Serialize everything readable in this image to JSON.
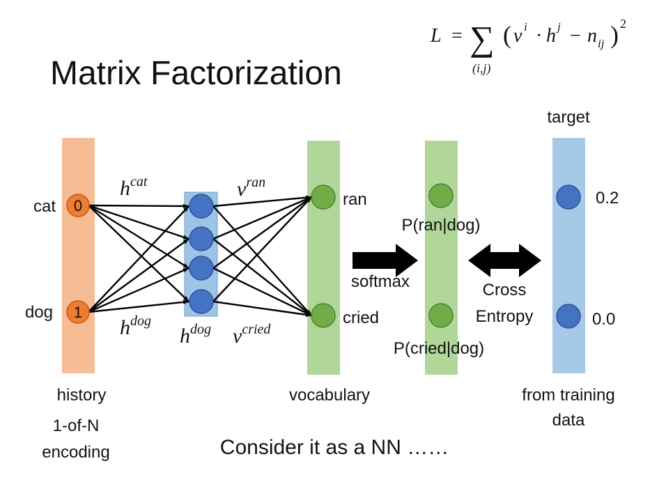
{
  "title": "Matrix Factorization",
  "formula": {
    "lhs": "L",
    "eq": "=",
    "sum": "∑",
    "subscript": "(i,j)",
    "lparen": "(",
    "v": "v",
    "v_sup": "i",
    "dot": "·",
    "h": "h",
    "h_sup": "j",
    "minus": "−",
    "n": "n",
    "n_sub": "ij",
    "rparen": ")",
    "power": "2"
  },
  "history": {
    "words": [
      "cat",
      "dog"
    ],
    "values": [
      "0",
      "1"
    ],
    "label": "history",
    "encoding_line1": "1-of-N",
    "encoding_line2": "encoding"
  },
  "hidden": {
    "edge_cat": {
      "base": "h",
      "sup": "cat"
    },
    "edge_dog": {
      "base": "h",
      "sup": "dog"
    },
    "layer": {
      "base": "h",
      "sup": "dog"
    }
  },
  "vocabulary": {
    "words": [
      "ran",
      "cried"
    ],
    "edge_ran": {
      "base": "v",
      "sup": "ran"
    },
    "edge_cried": {
      "base": "v",
      "sup": "cried"
    },
    "label": "vocabulary"
  },
  "softmax_label": "softmax",
  "probabilities": [
    "P(ran|dog)",
    "P(cried|dog)"
  ],
  "cross_entropy": [
    "Cross",
    "Entropy"
  ],
  "target": {
    "title": "target",
    "values": [
      "0.2",
      "0.0"
    ],
    "label_line1": "from training",
    "label_line2": "data"
  },
  "caption": "Consider it as a NN ……",
  "colors": {
    "history_col": "#f4b183",
    "history_node": "#ed7d31",
    "hidden_col": "#9dc3e6",
    "hidden_node": "#4472c4",
    "vocab_col": "#a9d18e",
    "vocab_node": "#70ad47",
    "target_col": "#9dc3e6",
    "target_node": "#4472c4",
    "arrow": "#000000"
  }
}
